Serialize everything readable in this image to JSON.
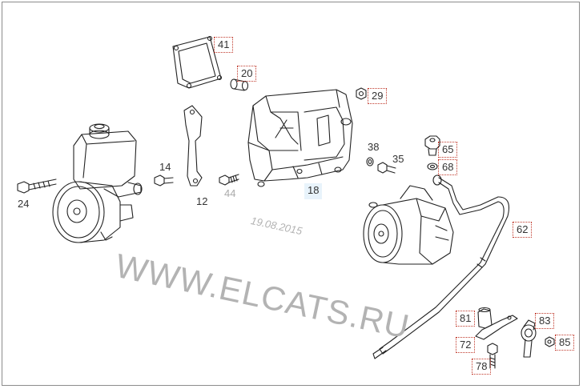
{
  "watermark": {
    "text": "WWW.ELCATS.RU",
    "date": "19.08.2015"
  },
  "callouts": [
    {
      "id": "41",
      "label": "41",
      "style": "dotted"
    },
    {
      "id": "20",
      "label": "20",
      "style": "dotted"
    },
    {
      "id": "29",
      "label": "29",
      "style": "dotted"
    },
    {
      "id": "38",
      "label": "38",
      "style": "plain"
    },
    {
      "id": "35",
      "label": "35",
      "style": "plain"
    },
    {
      "id": "65",
      "label": "65",
      "style": "dotted"
    },
    {
      "id": "68",
      "label": "68",
      "style": "dotted"
    },
    {
      "id": "14",
      "label": "14",
      "style": "plain"
    },
    {
      "id": "24",
      "label": "24",
      "style": "plain"
    },
    {
      "id": "12",
      "label": "12",
      "style": "plain"
    },
    {
      "id": "44",
      "label": "44",
      "style": "dim"
    },
    {
      "id": "18",
      "label": "18",
      "style": "selected"
    },
    {
      "id": "62",
      "label": "62",
      "style": "dotted"
    },
    {
      "id": "81",
      "label": "81",
      "style": "dotted"
    },
    {
      "id": "83",
      "label": "83",
      "style": "dotted"
    },
    {
      "id": "72",
      "label": "72",
      "style": "dotted"
    },
    {
      "id": "85",
      "label": "85",
      "style": "dotted"
    },
    {
      "id": "78",
      "label": "78",
      "style": "dotted"
    }
  ]
}
